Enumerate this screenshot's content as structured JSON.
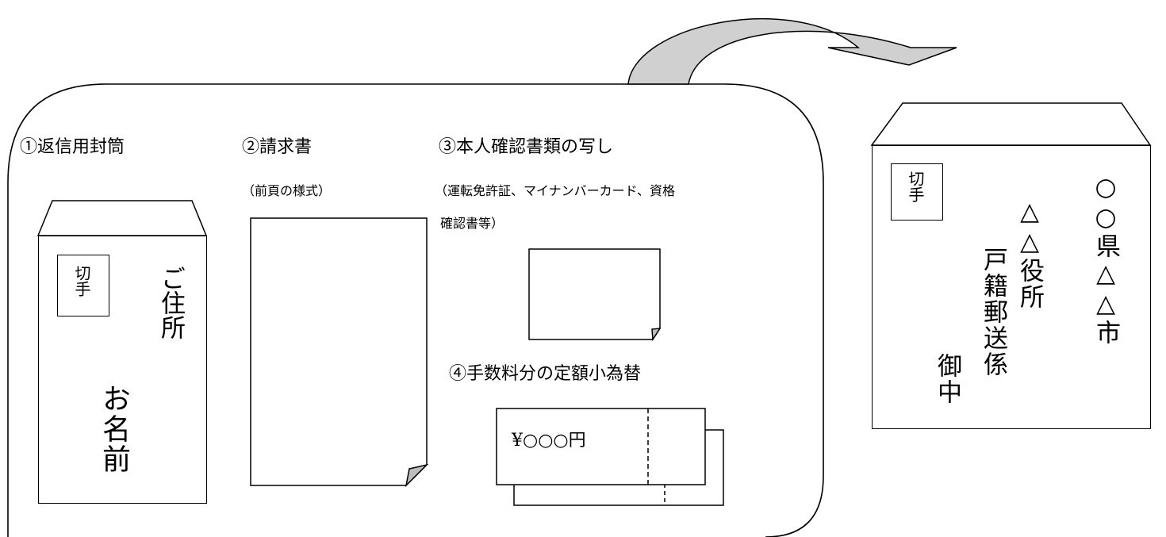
{
  "items": {
    "item1_label": "①返信用封筒",
    "item2_label": "②請求書",
    "item2_note": "（前頁の様式）",
    "item3_label": "③本人確認書類の写し",
    "item3_note_line1": "（運転免許証、マイナンバーカード、資格",
    "item3_note_line2": "確認書等）",
    "item4_label": "④手数料分の定額小為替"
  },
  "return_envelope": {
    "stamp": "切手",
    "address": "ご住所",
    "name": "お名前"
  },
  "money_order": {
    "amount": "¥○○○円"
  },
  "destination_envelope": {
    "stamp": "切手",
    "address_line1": "○○県△△市",
    "address_line2": "△△役所",
    "department": "戸籍郵送係",
    "honorific": "御中"
  }
}
